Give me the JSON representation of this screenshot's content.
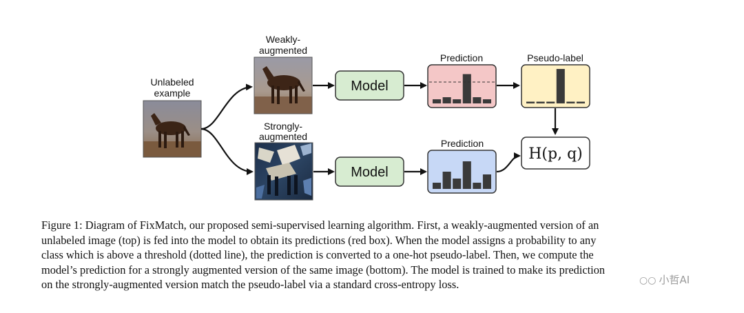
{
  "diagram": {
    "unlabeled_label": [
      "Unlabeled",
      "example"
    ],
    "weak_label": [
      "Weakly-",
      "augmented"
    ],
    "strong_label": [
      "Strongly-",
      "augmented"
    ],
    "model_top": "Model",
    "model_bottom": "Model",
    "prediction_top": "Prediction",
    "pseudo_label": "Pseudo-label",
    "prediction_bottom": "Prediction",
    "loss_label": "H(p, q)",
    "bars_prediction_top": [
      0.12,
      0.18,
      0.12,
      0.85,
      0.18,
      0.12
    ],
    "bars_pseudo_label": [
      0.05,
      0.05,
      0.05,
      1.0,
      0.05,
      0.05
    ],
    "bars_prediction_bottom": [
      0.18,
      0.5,
      0.3,
      0.8,
      0.18,
      0.42
    ],
    "threshold": 0.62,
    "colors": {
      "prediction_top_fill": "#f4c7c7",
      "pseudo_label_fill": "#fff1c4",
      "prediction_bottom_fill": "#c7d8f6",
      "model_fill": "#d7ecd1",
      "bar": "#3a3a3a"
    }
  },
  "caption": [
    "Figure 1: Diagram of FixMatch, our proposed semi-supervised learning algorithm. First, a weakly-augmented version of an",
    "unlabeled image (top) is fed into the model to obtain its predictions (red box). When the model assigns a probability to any",
    "class which is above a threshold (dotted line), the prediction is converted to a one-hot pseudo-label. Then, we compute the",
    "model’s prediction for a strongly augmented version of the same image (bottom). The model is trained to make its prediction",
    "on the strongly-augmented version match the pseudo-label via a standard cross-entropy loss."
  ],
  "watermark": "小哲AI"
}
